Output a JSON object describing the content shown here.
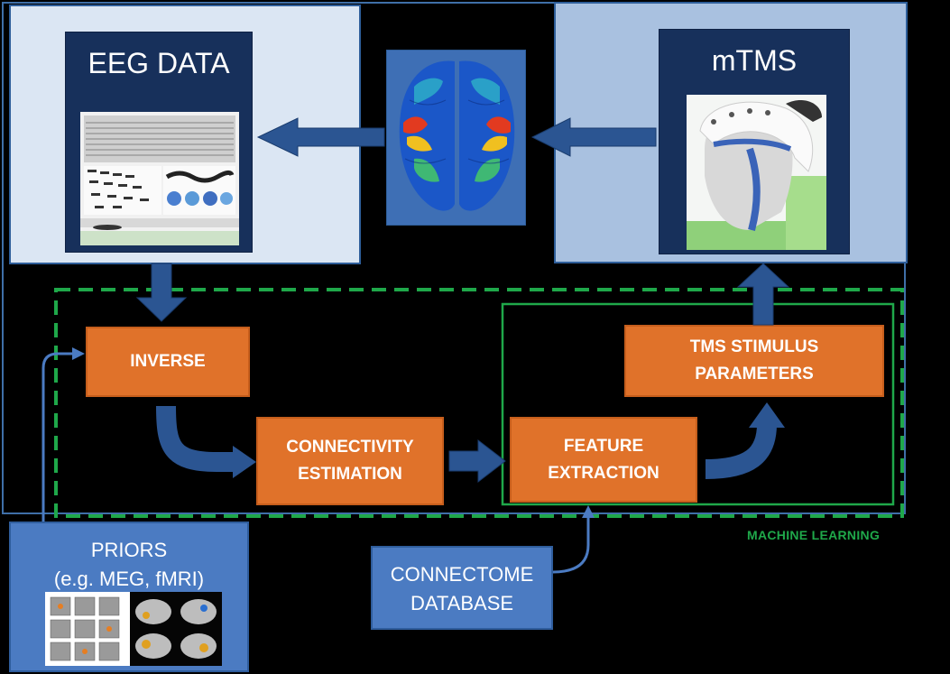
{
  "eeg": {
    "title": "EEG DATA"
  },
  "mtms": {
    "title": "mTMS"
  },
  "steps": {
    "inverse": "INVERSE",
    "connectivity": [
      "CONNECTIVITY",
      "ESTIMATION"
    ],
    "feature": [
      "FEATURE",
      "EXTRACTION"
    ],
    "tms_params": [
      "TMS STIMULUS",
      "PARAMETERS"
    ]
  },
  "priors": {
    "line1": "PRIORS",
    "line2": "(e.g. MEG, fMRI)"
  },
  "connectome": {
    "line1": "CONNECTOME",
    "line2": "DATABASE"
  },
  "machine_learning": "MACHINE LEARNING",
  "colors": {
    "orange": "#e0722a",
    "navy": "#17305b",
    "blue": "#4b7bc2",
    "ml_green": "#1fa84a",
    "arrow": "#2b5592"
  },
  "icons": [
    "eeg-screen-image",
    "brain-activity-map",
    "tms-coil-head-image",
    "mri-slices-image",
    "cortex-renderings-image"
  ]
}
